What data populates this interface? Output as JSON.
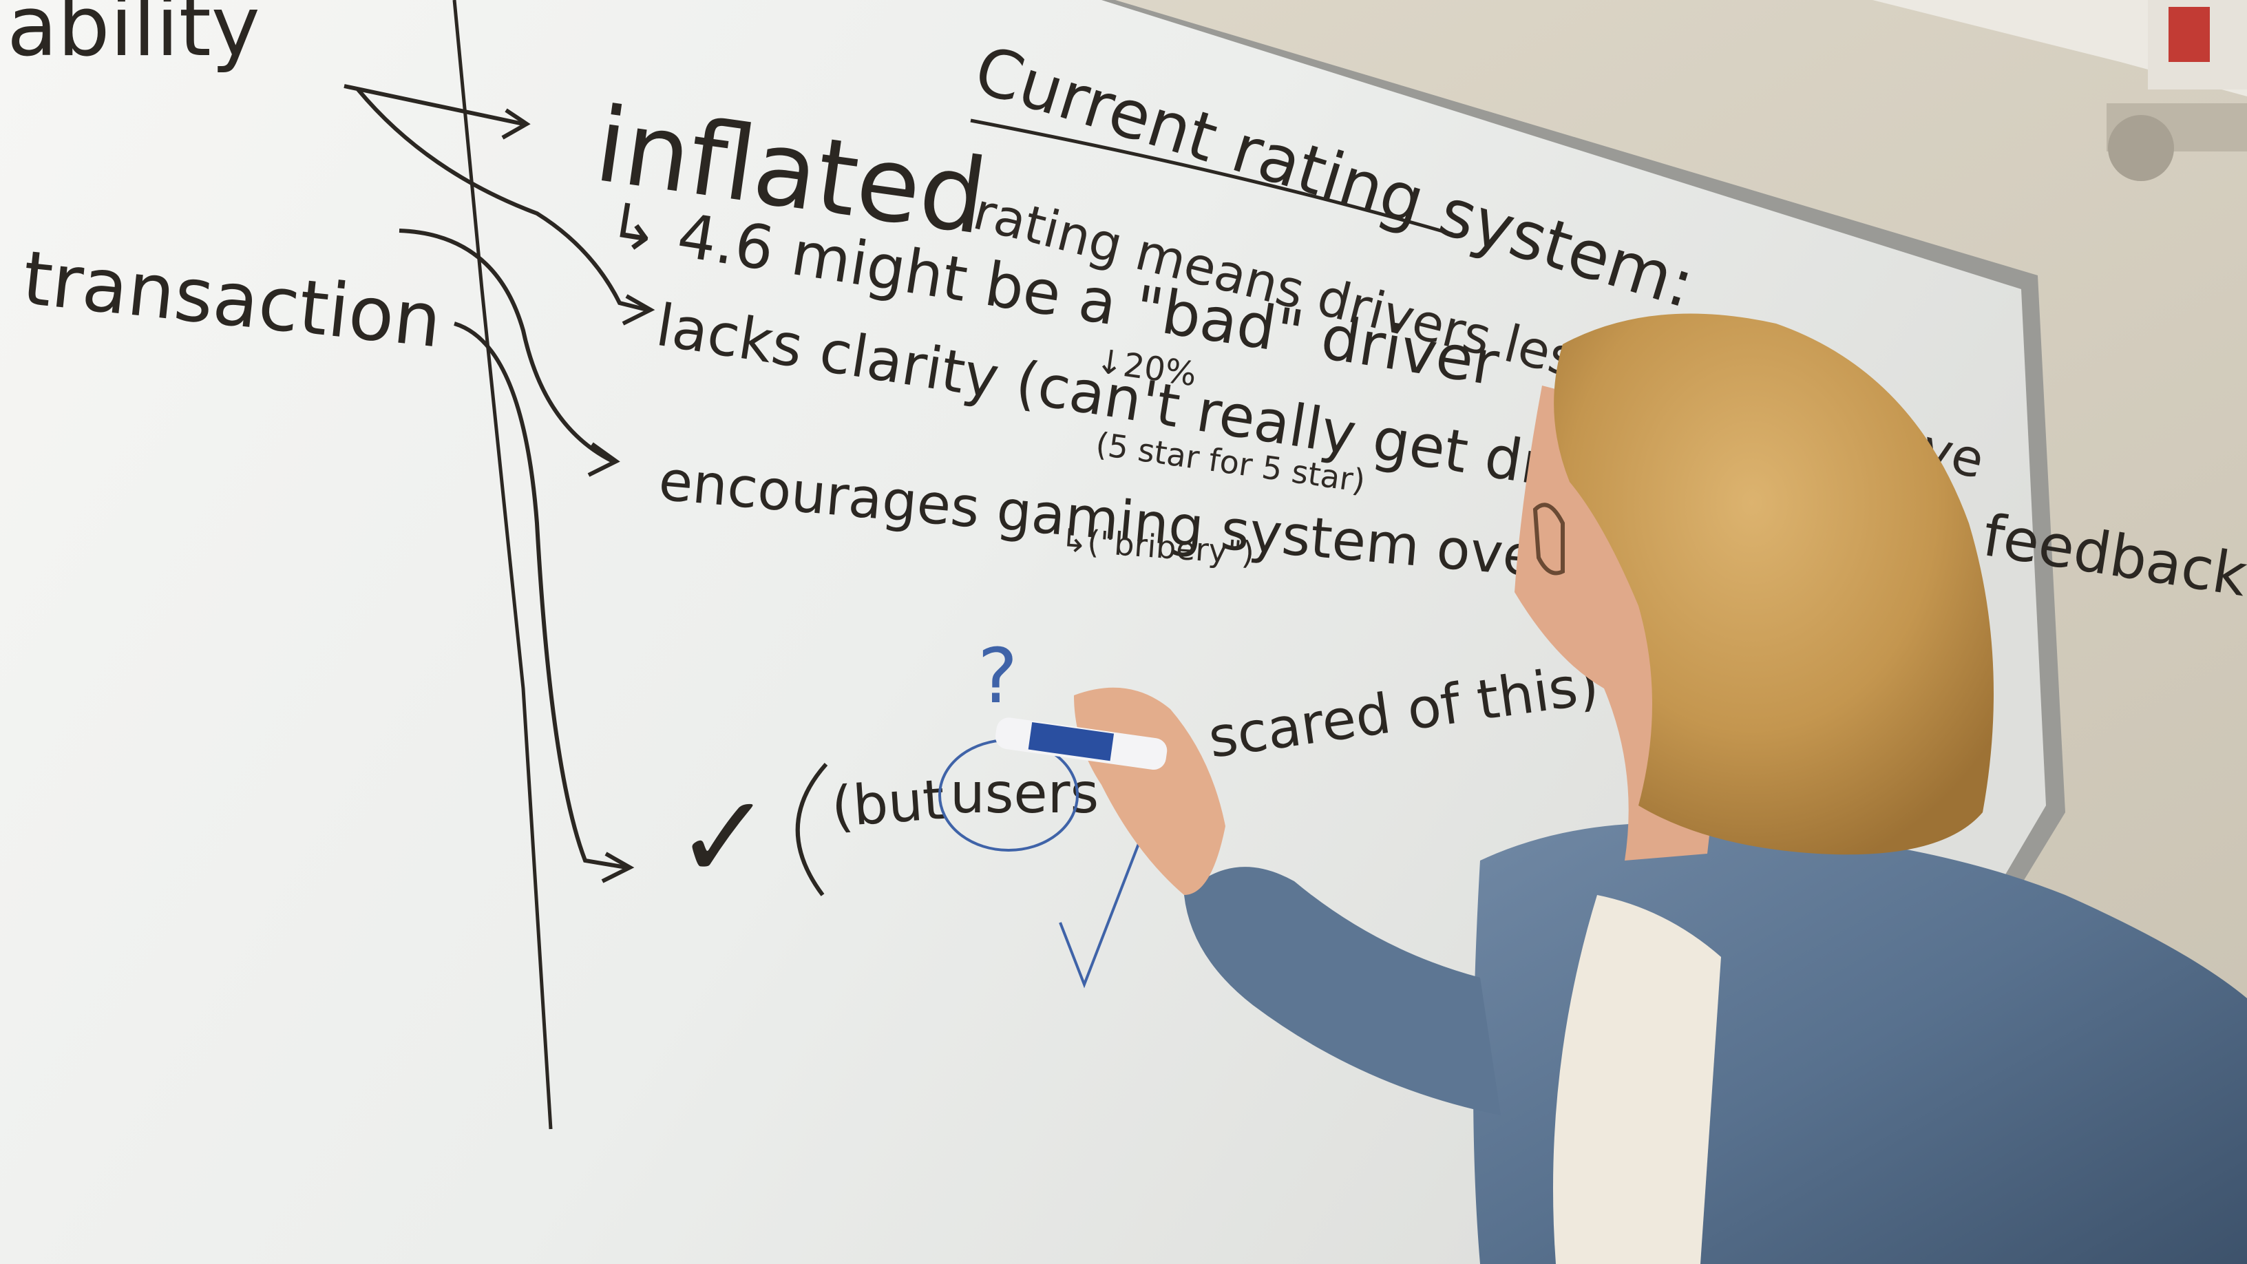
{
  "whiteboard": {
    "left_column": {
      "word_1": "ability",
      "word_2": "transaction"
    },
    "heading": "Current rating system:",
    "lines": {
      "inflated": "inflated",
      "rating_line": "rating means drivers less reliable on ave",
      "sub_line": "↳ 4.6 might be a \"bad\" driver",
      "percent": "↓20%",
      "lacks": "lacks clarity (can't really get driver consistent feedback",
      "star_note": "(5 star for 5 star)",
      "encourages": "encourages gaming system over improvement",
      "bribery": "↳(\"bribery\")"
    },
    "bottom": {
      "check": "✓",
      "note_part_1": "(but",
      "note_circled": "users",
      "note_part_2": "scared of this)",
      "question_mark": "?"
    }
  },
  "colors": {
    "board": "#f1f1ee",
    "ink": "#2b2722",
    "blue_ink": "#3f63a8",
    "frame": "#9a9a96",
    "wall": "#d8d2c3",
    "hair": "#c79a55",
    "jacket": "#56708d",
    "shirt": "#efe9dd"
  }
}
